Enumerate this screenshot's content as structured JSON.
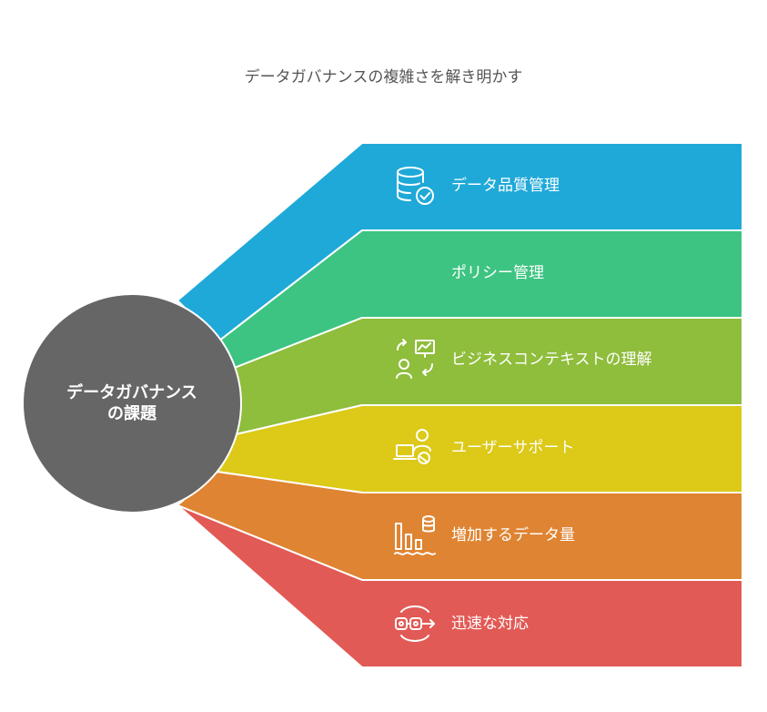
{
  "title": "データガバナンスの複雑さを解き明かす",
  "hub": {
    "label_line1": "データガバナンス",
    "label_line2": "の課題",
    "color": "#666666"
  },
  "branches": [
    {
      "label": "データ品質管理",
      "color": "#1FA9D8",
      "icon": "database-check-icon"
    },
    {
      "label": "ポリシー管理",
      "color": "#3DC482",
      "icon": ""
    },
    {
      "label": "ビジネスコンテキストの理解",
      "color": "#8FBD3C",
      "icon": "person-chart-exchange-icon"
    },
    {
      "label": "ユーザーサポート",
      "color": "#DCC918",
      "icon": "user-laptop-support-icon"
    },
    {
      "label": "増加するデータ量",
      "color": "#DF8432",
      "icon": "database-bars-water-icon"
    },
    {
      "label": "迅速な対応",
      "color": "#E25A55",
      "icon": "fast-forward-circuit-icon"
    }
  ]
}
